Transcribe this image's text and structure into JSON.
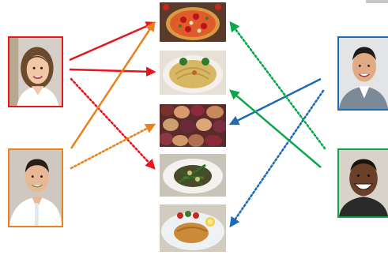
{
  "colors": {
    "red": "#e8151b",
    "orange": "#e9821c",
    "blue": "#1c6bb5",
    "green": "#0aa74b"
  },
  "people": [
    {
      "id": "woman",
      "border": "red"
    },
    {
      "id": "man-left",
      "border": "orange"
    },
    {
      "id": "man-right-top",
      "border": "blue"
    },
    {
      "id": "man-right-bottom",
      "border": "green"
    }
  ],
  "foods": [
    "pizza",
    "hummus",
    "potatoes",
    "green-beans",
    "schnitzel"
  ],
  "arrows": [
    {
      "from": "woman",
      "to": "pizza",
      "color": "red",
      "style": "solid"
    },
    {
      "from": "woman",
      "to": "hummus",
      "color": "red",
      "style": "solid"
    },
    {
      "from": "woman",
      "to": "green-beans",
      "color": "red",
      "style": "dotted"
    },
    {
      "from": "man-left",
      "to": "pizza",
      "color": "orange",
      "style": "solid"
    },
    {
      "from": "man-left",
      "to": "potatoes",
      "color": "orange",
      "style": "dotted"
    },
    {
      "from": "man-right-top",
      "to": "potatoes",
      "color": "blue",
      "style": "solid"
    },
    {
      "from": "man-right-top",
      "to": "schnitzel",
      "color": "blue",
      "style": "dotted"
    },
    {
      "from": "man-right-bottom",
      "to": "hummus",
      "color": "green",
      "style": "solid"
    },
    {
      "from": "man-right-bottom",
      "to": "pizza",
      "color": "green",
      "style": "dotted"
    }
  ]
}
